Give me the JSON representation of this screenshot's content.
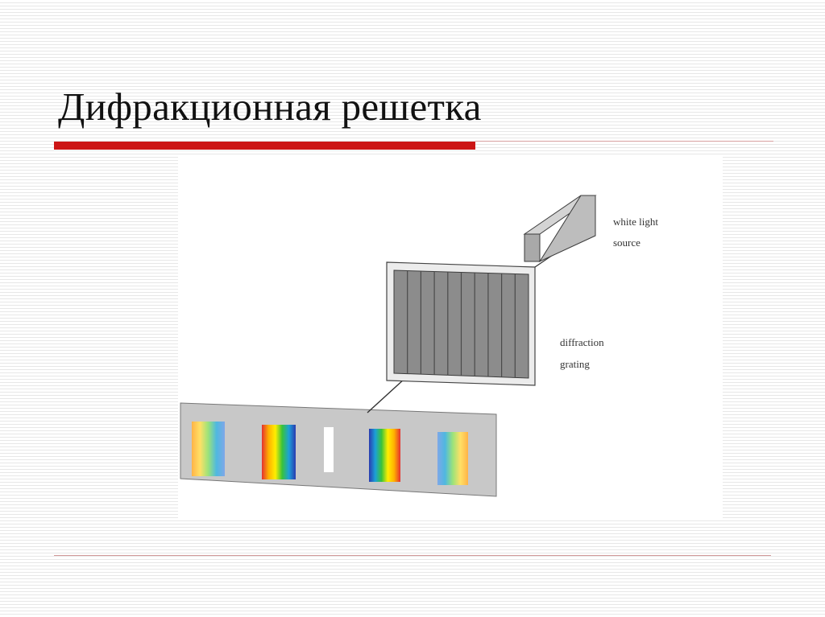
{
  "slide": {
    "title": "Дифракционная решетка",
    "accent_color": "#cc1515"
  },
  "diagram": {
    "labels": {
      "source_line1": "white light",
      "source_line2": "source",
      "grating_line1": "diffraction",
      "grating_line2": "grating"
    },
    "colors": {
      "screen": "#c8c8c8",
      "grating_face": "#8c8c8c",
      "grating_frame": "#ececec",
      "source_box": "#bdbdbd"
    },
    "spectra": [
      {
        "name": "second-order-left",
        "order": "-2",
        "colors": [
          "#ffb347",
          "#ffe066",
          "#9be37a",
          "#4fb8e0",
          "#7fa7e8"
        ]
      },
      {
        "name": "first-order-left",
        "order": "-1",
        "colors": [
          "#e53030",
          "#ffb000",
          "#ffee00",
          "#39c33a",
          "#1ca0d8",
          "#2a3bb0"
        ]
      },
      {
        "name": "central-maximum",
        "order": "0",
        "colors": [
          "#ffffff"
        ]
      },
      {
        "name": "first-order-right",
        "order": "1",
        "colors": [
          "#2a3bb0",
          "#1ca0d8",
          "#39c33a",
          "#ffee00",
          "#ffb000",
          "#e53030"
        ]
      },
      {
        "name": "second-order-right",
        "order": "2",
        "colors": [
          "#7fa7e8",
          "#4fb8e0",
          "#9be37a",
          "#ffe066",
          "#ffb347"
        ]
      }
    ]
  }
}
